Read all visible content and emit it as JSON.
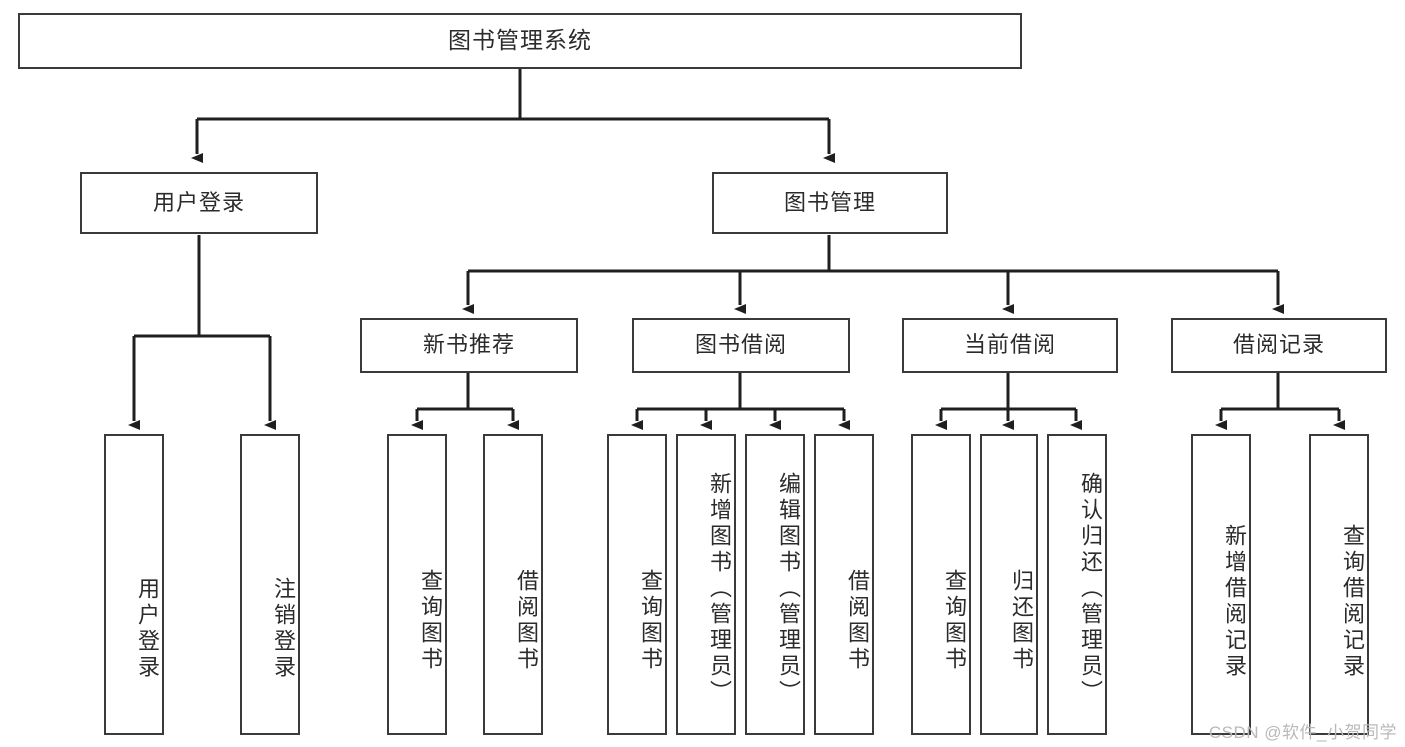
{
  "diagram": {
    "type": "hierarchy-tree",
    "title": "图书管理系统",
    "watermark": "CSDN @软件_小贺同学",
    "colors": {
      "box_border": "#3a3a3a",
      "background": "#ffffff",
      "text": "#2b2b2b",
      "connector": "#1f1f1f",
      "watermark": "#b9b9b9"
    },
    "root": {
      "label": "图书管理系统"
    },
    "level2": [
      {
        "label": "用户登录"
      },
      {
        "label": "图书管理"
      }
    ],
    "level3": [
      {
        "label": "新书推荐"
      },
      {
        "label": "图书借阅"
      },
      {
        "label": "当前借阅"
      },
      {
        "label": "借阅记录"
      }
    ],
    "leaves": {
      "user_login": [
        {
          "label": "用户登录"
        },
        {
          "label": "注销登录"
        }
      ],
      "new_book": [
        {
          "label": "查询图书"
        },
        {
          "label": "借阅图书"
        }
      ],
      "book_borrow": [
        {
          "label": "查询图书"
        },
        {
          "label": "新增图书（管理员）"
        },
        {
          "label": "编辑图书（管理员）"
        },
        {
          "label": "借阅图书"
        }
      ],
      "current_borrow": [
        {
          "label": "查询图书"
        },
        {
          "label": "归还图书"
        },
        {
          "label": "确认归还（管理员）"
        }
      ],
      "borrow_record": [
        {
          "label": "新增借阅记录"
        },
        {
          "label": "查询借阅记录"
        }
      ]
    }
  }
}
